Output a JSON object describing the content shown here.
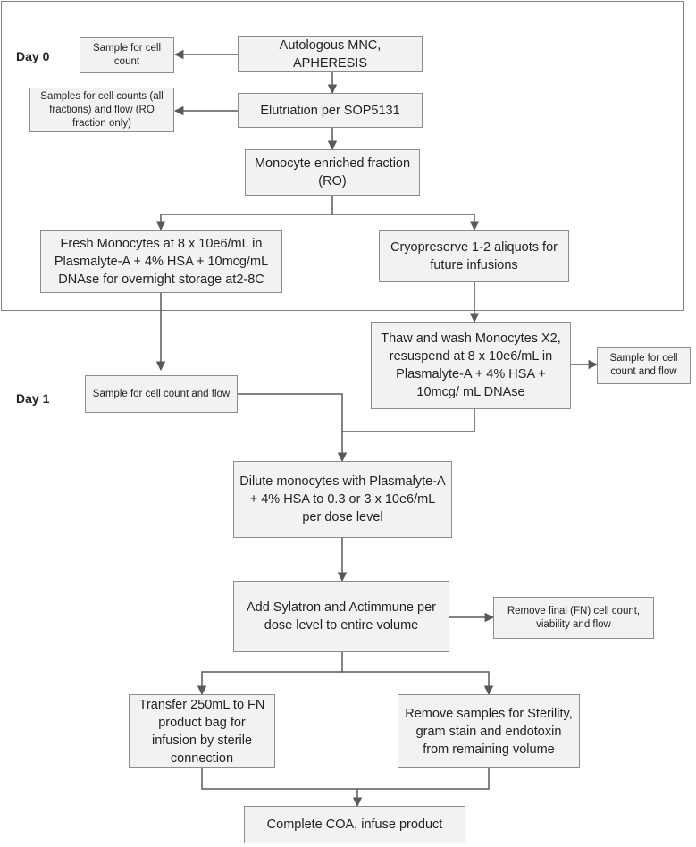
{
  "diagram": {
    "day_labels": {
      "day0": "Day 0",
      "day1": "Day 1"
    },
    "nodes": {
      "sample_cell_count": "Sample for cell count",
      "apheresis": "Autologous MNC, APHERESIS",
      "samples_fractions": "Samples for cell counts (all fractions)  and flow (RO fraction only)",
      "elutriation": "Elutriation per SOP5131",
      "monocyte_fraction": "Monocyte enriched fraction (RO)",
      "fresh_monocytes": "Fresh Monocytes at 8 x 10e6/mL in Plasmalyte-A + 4% HSA + 10mcg/mL DNAse for overnight storage at2-8C",
      "cryopreserve": "Cryopreserve 1-2 aliquots for future infusions",
      "thaw_wash": "Thaw and wash Monocytes X2, resuspend at 8 x 10e6/mL in Plasmalyte-A + 4% HSA + 10mcg/ mL DNAse",
      "sample_count_flow_right": "Sample for cell count and flow",
      "sample_count_flow_left": "Sample for cell count and flow",
      "dilute": "Dilute monocytes with Plasmalyte-A + 4% HSA to 0.3 or 3 x 10e6/mL per dose level",
      "add_sylatron": "Add Sylatron and Actimmune per dose level to entire volume",
      "remove_final": "Remove final (FN) cell count, viability and flow",
      "transfer": "Transfer 250mL to FN product bag for infusion by sterile connection",
      "remove_samples": "Remove samples for Sterility, gram stain and endotoxin from remaining volume",
      "complete_coa": "Complete COA, infuse product"
    },
    "colors": {
      "box_fill": "#f2f2f2",
      "box_border": "#8c8c8c",
      "connector": "#595959"
    }
  }
}
